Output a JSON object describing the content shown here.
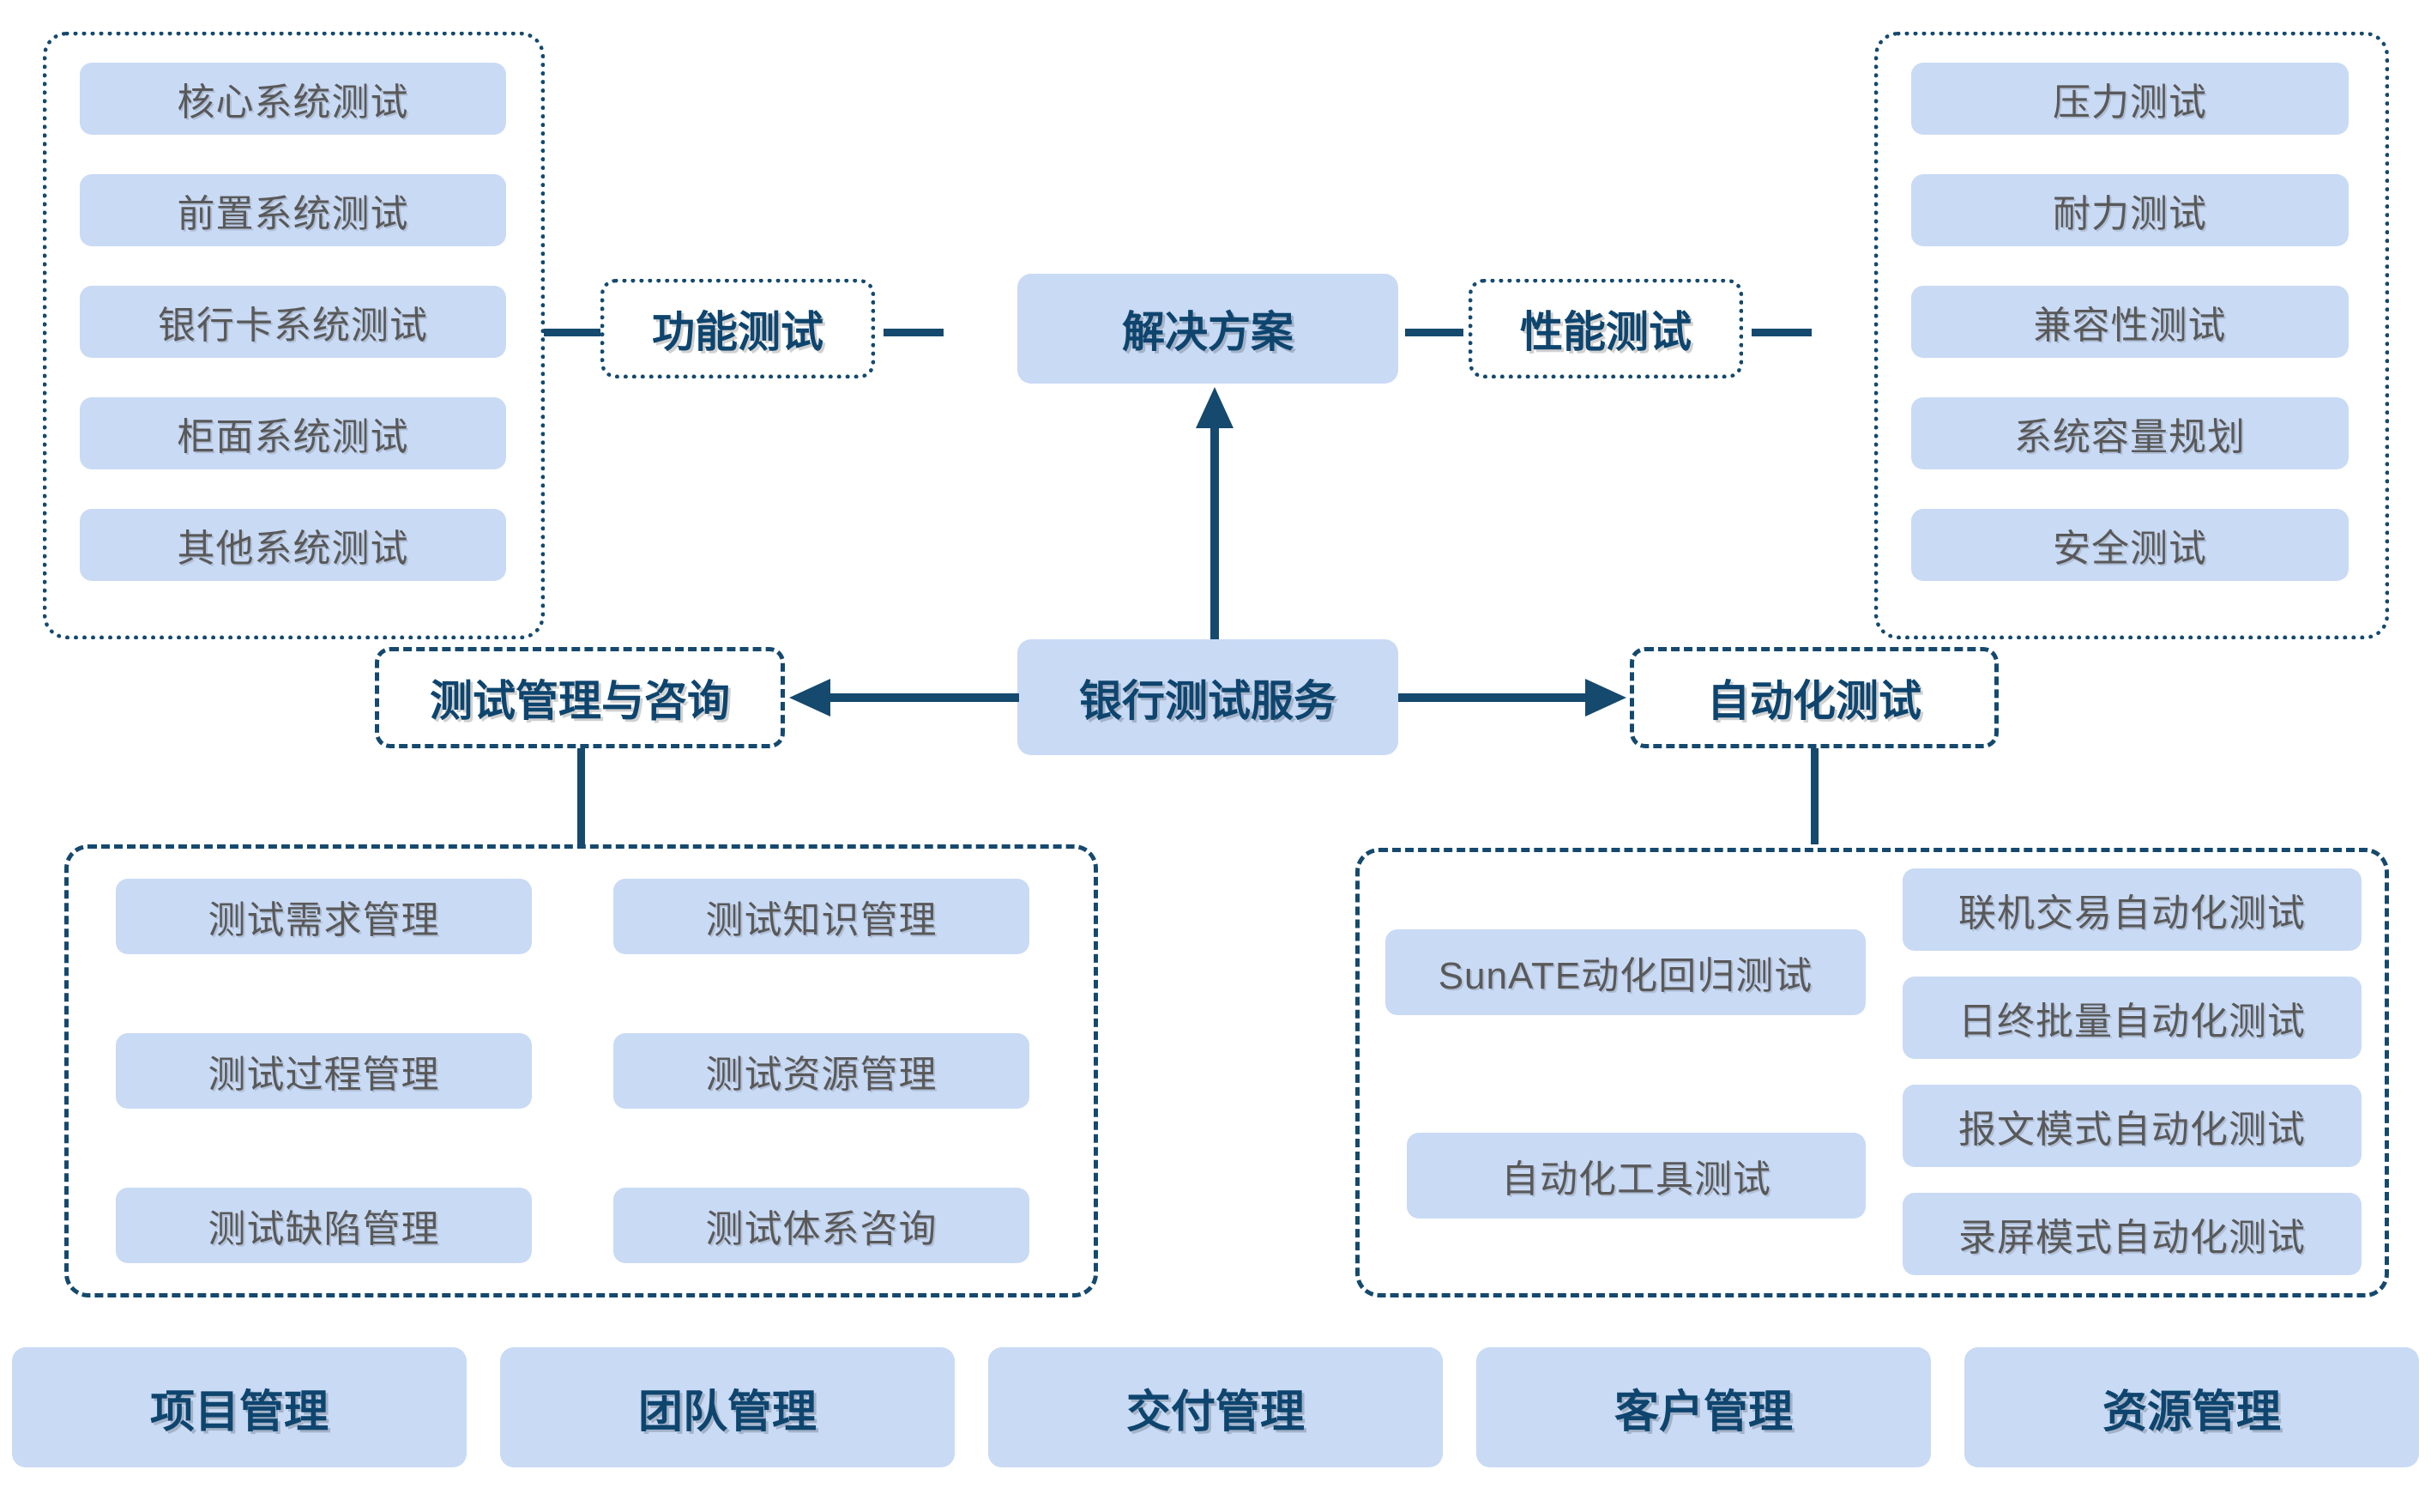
{
  "diagram": {
    "title": "银行测试服务解决方案",
    "accent_navy": "#0e456e",
    "accent_line": "#15496e",
    "chip_fill": "#c9daf5",
    "chip_text": "#595959"
  },
  "center": {
    "solution_label": "解决方案",
    "root_label": "银行测试服务"
  },
  "branches": {
    "functional": {
      "label": "功能测试",
      "items": [
        "核心系统测试",
        "前置系统测试",
        "银行卡系统测试",
        "柜面系统测试",
        "其他系统测试"
      ]
    },
    "performance": {
      "label": "性能测试",
      "items": [
        "压力测试",
        "耐力测试",
        "兼容性测试",
        "系统容量规划",
        "安全测试"
      ]
    },
    "management": {
      "label": "测试管理与咨询",
      "items_left": [
        "测试需求管理",
        "测试过程管理",
        "测试缺陷管理"
      ],
      "items_right": [
        "测试知识管理",
        "测试资源管理",
        "测试体系咨询"
      ]
    },
    "automation": {
      "label": "自动化测试",
      "items_left": [
        "SunATE动化回归测试",
        "自动化工具测试"
      ],
      "items_right": [
        "联机交易自动化测试",
        "日终批量自动化测试",
        "报文模式自动化测试",
        "录屏模式自动化测试"
      ]
    }
  },
  "bottom_bar": {
    "items": [
      "项目管理",
      "团队管理",
      "交付管理",
      "客户管理",
      "资源管理"
    ]
  }
}
